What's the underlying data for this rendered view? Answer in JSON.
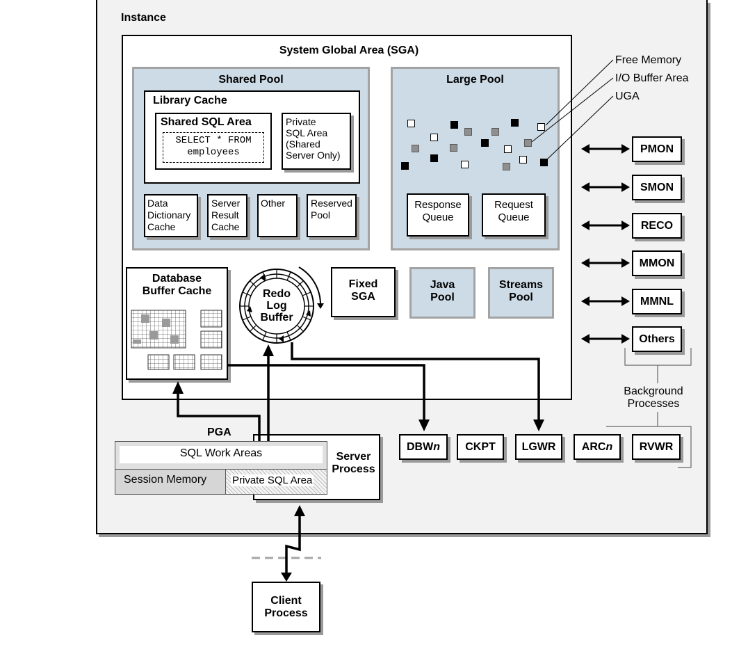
{
  "instance": {
    "label": "Instance"
  },
  "sga": {
    "label": "System Global Area (SGA)"
  },
  "shared_pool": {
    "label": "Shared Pool",
    "library_cache": {
      "label": "Library Cache",
      "shared_sql_area": {
        "label": "Shared SQL Area",
        "sql_line1": "SELECT * FROM",
        "sql_line2": "employees"
      },
      "private_sql_area": {
        "line1": "Private",
        "line2": "SQL Area",
        "line3": "(Shared",
        "line4": "Server Only)"
      }
    },
    "data_dictionary_cache": {
      "line1": "Data",
      "line2": "Dictionary",
      "line3": "Cache"
    },
    "server_result_cache": {
      "line1": "Server",
      "line2": "Result",
      "line3": "Cache"
    },
    "other": "Other",
    "reserved_pool": {
      "line1": "Reserved",
      "line2": "Pool"
    }
  },
  "large_pool": {
    "label": "Large Pool",
    "response_queue": {
      "line1": "Response",
      "line2": "Queue"
    },
    "request_queue": {
      "line1": "Request",
      "line2": "Queue"
    }
  },
  "legend": {
    "free_memory": "Free Memory",
    "io_buffer_area": "I/O Buffer Area",
    "uga": "UGA"
  },
  "database_buffer_cache": {
    "line1": "Database",
    "line2": "Buffer Cache"
  },
  "redo_log_buffer": {
    "line1": "Redo",
    "line2": "Log",
    "line3": "Buffer"
  },
  "fixed_sga": {
    "line1": "Fixed",
    "line2": "SGA"
  },
  "java_pool": {
    "line1": "Java",
    "line2": "Pool"
  },
  "streams_pool": {
    "line1": "Streams",
    "line2": "Pool"
  },
  "right_processes": [
    "PMON",
    "SMON",
    "RECO",
    "MMON",
    "MMNL",
    "Others"
  ],
  "background_processes": {
    "line1": "Background",
    "line2": "Processes"
  },
  "bottom_processes": [
    {
      "name": "DBW",
      "suffix": "n"
    },
    {
      "name": "CKPT",
      "suffix": ""
    },
    {
      "name": "LGWR",
      "suffix": ""
    },
    {
      "name": "ARC",
      "suffix": "n"
    },
    {
      "name": "RVWR",
      "suffix": ""
    }
  ],
  "pga": {
    "label": "PGA",
    "sql_work_areas": "SQL Work Areas",
    "session_memory": "Session Memory",
    "private_sql_area": "Private SQL Area"
  },
  "server_process": {
    "line1": "Server",
    "line2": "Process"
  },
  "client_process": {
    "line1": "Client",
    "line2": "Process"
  },
  "colors": {
    "pool_fill": "#cddbe6",
    "pool_border": "#a3a3a3",
    "instance_fill": "#f2f2f2",
    "shadow": "#9a9a9a"
  }
}
